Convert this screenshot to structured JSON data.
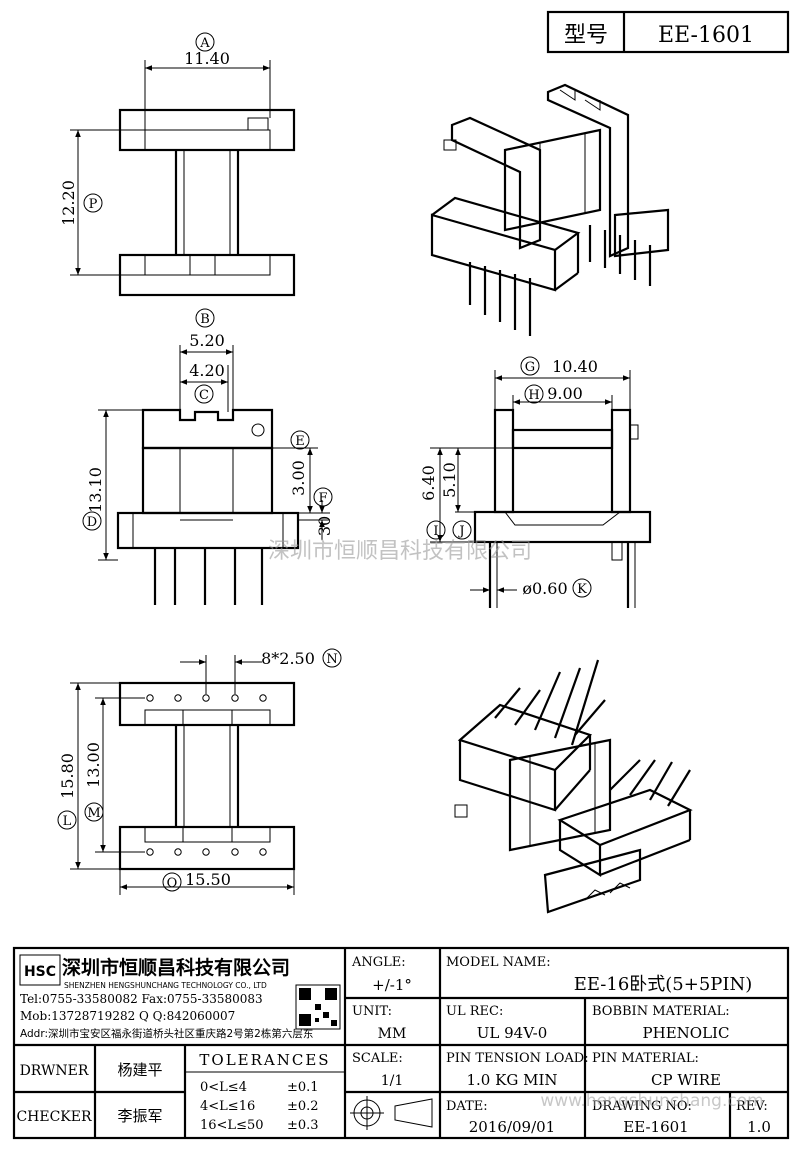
{
  "header": {
    "model_label": "型号",
    "model_value": "EE-1601"
  },
  "dims": {
    "A": {
      "letter": "A",
      "value": "11.40"
    },
    "P": {
      "letter": "P",
      "value": "12.20"
    },
    "B": {
      "letter": "B",
      "value": "5.20"
    },
    "C": {
      "letter": "C",
      "value": "4.20"
    },
    "D": {
      "letter": "D",
      "value": "13.10"
    },
    "E": {
      "letter": "E",
      "value": "3.00"
    },
    "F": {
      "letter": "F",
      "value": "30"
    },
    "G": {
      "letter": "G",
      "value": "10.40"
    },
    "H": {
      "letter": "H",
      "value": "9.00"
    },
    "I": {
      "letter": "I",
      "value": "6.40"
    },
    "J": {
      "letter": "J",
      "value": "5.10"
    },
    "K": {
      "letter": "K",
      "value": "ø0.60"
    },
    "N": {
      "letter": "N",
      "value": "8*2.50"
    },
    "L": {
      "letter": "L",
      "value": "15.80"
    },
    "M": {
      "letter": "M",
      "value": "13.00"
    },
    "O": {
      "letter": "O",
      "value": "15.50"
    }
  },
  "watermark": "深圳市恒顺昌科技有限公司",
  "company": {
    "logo_text": "HSC",
    "name_cn": "深圳市恒顺昌科技有限公司",
    "name_en": "SHENZHEN HENGSHUNCHANG TECHNOLOGY CO., LTD",
    "tel_fax": "Tel:0755-33580082 Fax:0755-33580083",
    "mob_qq": "Mob:13728719282      Q Q:842060007",
    "addr": "Addr:深圳市宝安区福永街道桥头社区重庆路2号第2栋第六层东"
  },
  "title_block": {
    "angle_label": "ANGLE:",
    "angle_value": "+/-1°",
    "unit_label": "UNIT:",
    "unit_value": "MM",
    "scale_label": "SCALE:",
    "scale_value": "1/1",
    "model_name_label": "MODEL NAME:",
    "model_name_value": "EE-16卧式(5+5PIN)",
    "ul_rec_label": "UL REC:",
    "ul_rec_value": "UL 94V-0",
    "bobbin_material_label": "BOBBIN MATERIAL:",
    "bobbin_material_value": "PHENOLIC",
    "pin_tension_label": "PIN TENSION LOAD:",
    "pin_tension_value": "1.0 KG MIN",
    "pin_material_label": "PIN MATERIAL:",
    "pin_material_value": "CP WIRE",
    "date_label": "DATE:",
    "date_value": "2016/09/01",
    "drawing_no_label": "DRAWING NO:",
    "drawing_no_value": "EE-1601",
    "rev_label": "REV:",
    "rev_value": "1.0",
    "drwner_label": "DRWNER",
    "drwner_value": "杨建平",
    "checker_label": "CHECKER",
    "checker_value": "李振军",
    "tolerances_title": "TOLERANCES",
    "tolerances": [
      {
        "range": "0<L≤4",
        "value": "±0.1"
      },
      {
        "range": "4<L≤16",
        "value": "±0.2"
      },
      {
        "range": "16<L≤50",
        "value": "±0.3"
      }
    ]
  },
  "watermark_url": "www.hengshunchang.com"
}
